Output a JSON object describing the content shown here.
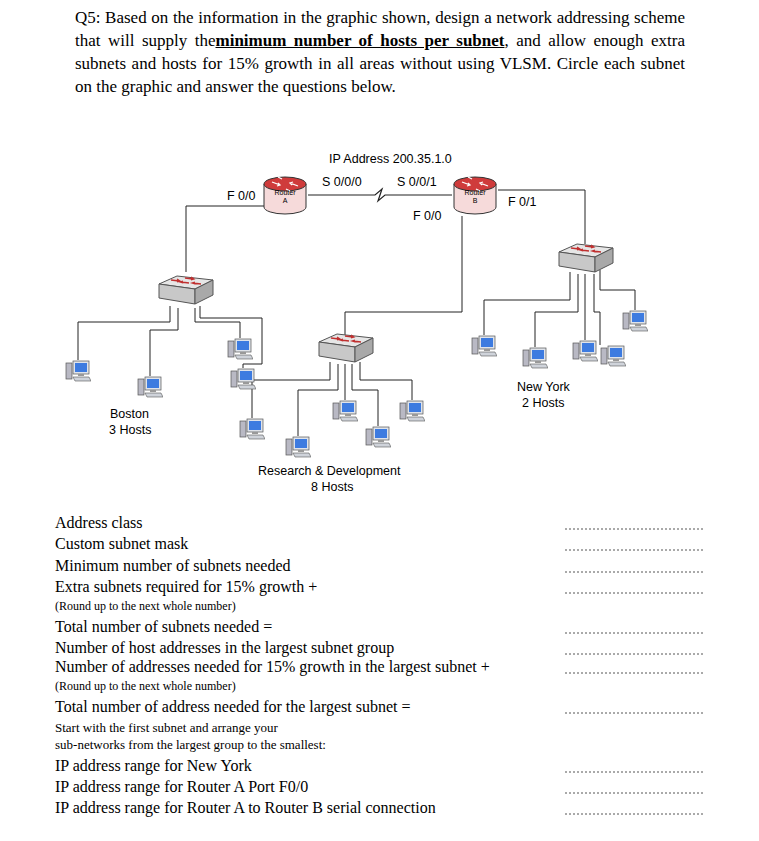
{
  "diagram": {
    "nodes": [
      {
        "text": [
          "Router A"
        ]
      },
      {
        "text": [
          "Router B"
        ]
      }
    ],
    "edges": [
      {
        "from": 0,
        "to": 1,
        "arrow": "none"
      }
    ],
    "labels": [
      "Q5: Based on the information in the graphic shown, design a network addressing scheme that will supply the",
      "minimum number of hosts per subnet",
      ", and allow enough extra subnets and hosts for 15% growth in all areas without using VLSM. Circle each subnet on the graphic and answer the questions below.",
      "IP Address 200.35.1.0",
      "F 0/0",
      "S 0/0/0",
      "S 0/0/1",
      "F 0/0",
      "F 0/1",
      "Boston",
      "3 Hosts",
      "Research & Development",
      "8 Hosts",
      "New York",
      "2 Hosts",
      "Address class",
      "Custom subnet mask",
      "Minimum number of subnets needed",
      "Extra subnets required for 15% growth +",
      "(Round up to the next whole number)",
      "Total number of subnets needed =",
      "Number of host addresses in the largest subnet group",
      "Number of addresses needed for 15% growth in the largest subnet +",
      "(Round up to the next whole number)",
      "Total number of address needed for the largest subnet =",
      "Start with the first subnet and arrange your",
      "sub-networks from the largest group to the smallest:",
      "IP address range for New York",
      "IP address range for Router A Port F0/0",
      "IP address range for Router A to Router B serial connection"
    ]
  }
}
